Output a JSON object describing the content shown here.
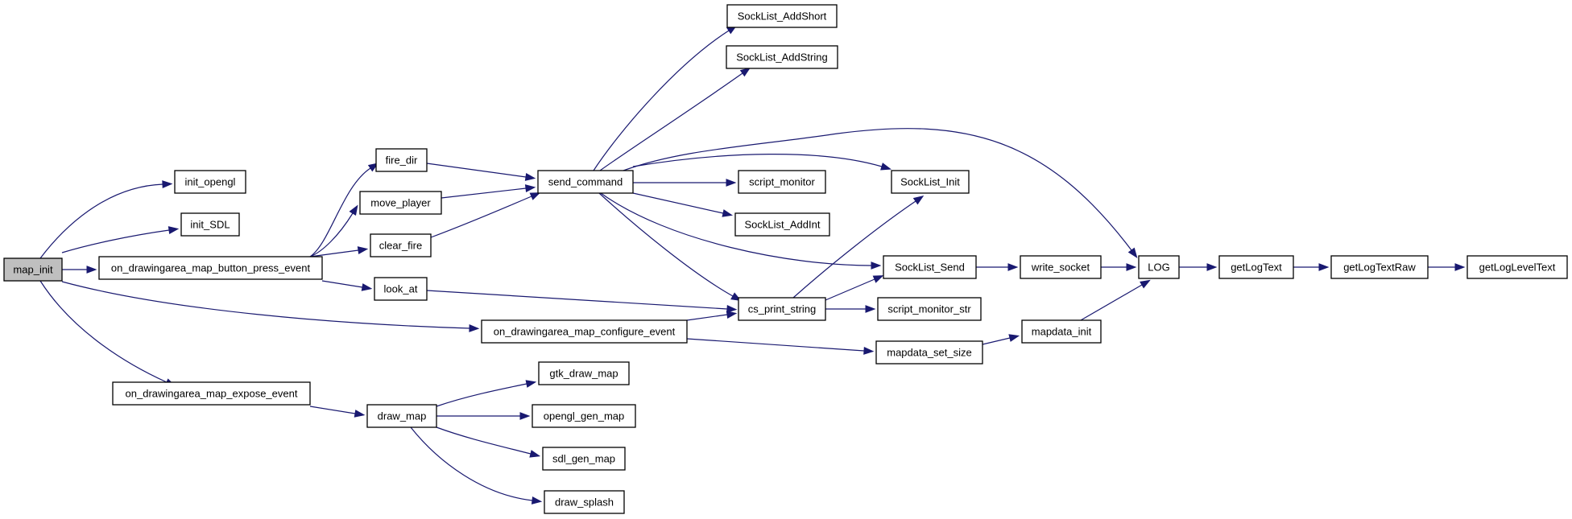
{
  "diagram": {
    "type": "call-graph",
    "colors": {
      "edge": "#191970",
      "node_border": "#000000",
      "root_fill": "#bfbfbf",
      "node_fill": "#ffffff"
    },
    "nodes": [
      {
        "id": "map_init",
        "label": "map_init",
        "root": true
      },
      {
        "id": "init_opengl",
        "label": "init_opengl"
      },
      {
        "id": "init_SDL",
        "label": "init_SDL"
      },
      {
        "id": "btn_press",
        "label": "on_drawingarea_map_button_press_event"
      },
      {
        "id": "configure",
        "label": "on_drawingarea_map_configure_event"
      },
      {
        "id": "expose",
        "label": "on_drawingarea_map_expose_event"
      },
      {
        "id": "fire_dir",
        "label": "fire_dir"
      },
      {
        "id": "move_player",
        "label": "move_player"
      },
      {
        "id": "clear_fire",
        "label": "clear_fire"
      },
      {
        "id": "look_at",
        "label": "look_at"
      },
      {
        "id": "send_command",
        "label": "send_command"
      },
      {
        "id": "SockList_AddShort",
        "label": "SockList_AddShort"
      },
      {
        "id": "SockList_AddString",
        "label": "SockList_AddString"
      },
      {
        "id": "script_monitor",
        "label": "script_monitor"
      },
      {
        "id": "SockList_AddInt",
        "label": "SockList_AddInt"
      },
      {
        "id": "SockList_Init",
        "label": "SockList_Init"
      },
      {
        "id": "SockList_Send",
        "label": "SockList_Send"
      },
      {
        "id": "cs_print_string",
        "label": "cs_print_string"
      },
      {
        "id": "script_monitor_str",
        "label": "script_monitor_str"
      },
      {
        "id": "mapdata_set_size",
        "label": "mapdata_set_size"
      },
      {
        "id": "write_socket",
        "label": "write_socket"
      },
      {
        "id": "mapdata_init",
        "label": "mapdata_init"
      },
      {
        "id": "LOG",
        "label": "LOG"
      },
      {
        "id": "getLogText",
        "label": "getLogText"
      },
      {
        "id": "getLogTextRaw",
        "label": "getLogTextRaw"
      },
      {
        "id": "getLogLevelText",
        "label": "getLogLevelText"
      },
      {
        "id": "draw_map",
        "label": "draw_map"
      },
      {
        "id": "gtk_draw_map",
        "label": "gtk_draw_map"
      },
      {
        "id": "opengl_gen_map",
        "label": "opengl_gen_map"
      },
      {
        "id": "sdl_gen_map",
        "label": "sdl_gen_map"
      },
      {
        "id": "draw_splash",
        "label": "draw_splash"
      }
    ],
    "edges": [
      [
        "map_init",
        "init_opengl"
      ],
      [
        "map_init",
        "init_SDL"
      ],
      [
        "map_init",
        "btn_press"
      ],
      [
        "map_init",
        "configure"
      ],
      [
        "map_init",
        "expose"
      ],
      [
        "btn_press",
        "fire_dir"
      ],
      [
        "btn_press",
        "move_player"
      ],
      [
        "btn_press",
        "clear_fire"
      ],
      [
        "btn_press",
        "look_at"
      ],
      [
        "fire_dir",
        "send_command"
      ],
      [
        "move_player",
        "send_command"
      ],
      [
        "clear_fire",
        "send_command"
      ],
      [
        "look_at",
        "cs_print_string"
      ],
      [
        "send_command",
        "SockList_AddShort"
      ],
      [
        "send_command",
        "SockList_AddString"
      ],
      [
        "send_command",
        "LOG"
      ],
      [
        "send_command",
        "SockList_Init"
      ],
      [
        "send_command",
        "script_monitor"
      ],
      [
        "send_command",
        "SockList_AddInt"
      ],
      [
        "send_command",
        "SockList_Send"
      ],
      [
        "send_command",
        "cs_print_string"
      ],
      [
        "cs_print_string",
        "SockList_Init"
      ],
      [
        "cs_print_string",
        "SockList_Send"
      ],
      [
        "cs_print_string",
        "script_monitor_str"
      ],
      [
        "configure",
        "cs_print_string"
      ],
      [
        "configure",
        "mapdata_set_size"
      ],
      [
        "SockList_Send",
        "write_socket"
      ],
      [
        "write_socket",
        "LOG"
      ],
      [
        "mapdata_set_size",
        "mapdata_init"
      ],
      [
        "mapdata_init",
        "LOG"
      ],
      [
        "LOG",
        "getLogText"
      ],
      [
        "getLogText",
        "getLogTextRaw"
      ],
      [
        "getLogTextRaw",
        "getLogLevelText"
      ],
      [
        "expose",
        "draw_map"
      ],
      [
        "draw_map",
        "gtk_draw_map"
      ],
      [
        "draw_map",
        "opengl_gen_map"
      ],
      [
        "draw_map",
        "sdl_gen_map"
      ],
      [
        "draw_map",
        "draw_splash"
      ]
    ]
  }
}
